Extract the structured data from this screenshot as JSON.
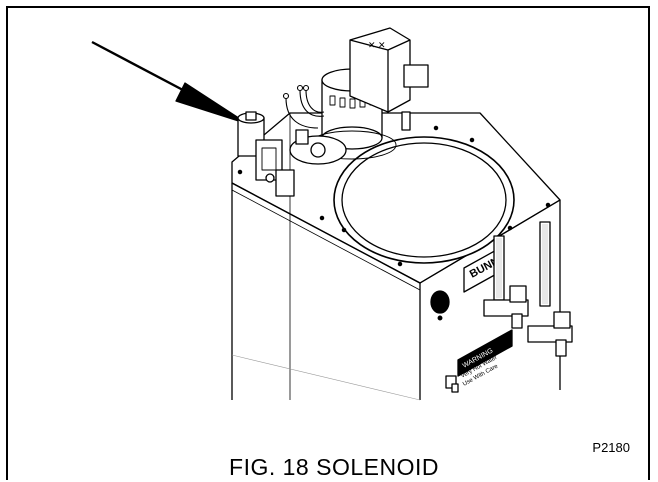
{
  "figure": {
    "caption": "FIG. 18 SOLENOID",
    "part_code": "P2180"
  },
  "labels": {
    "warning_title": "WARNING",
    "warning_line1": "Very Hot Water",
    "warning_line2": "Use With Care",
    "logo_text": "BUNN"
  },
  "colors": {
    "ink": "#000000",
    "paper": "#ffffff",
    "shade": "#e8e8e8"
  }
}
